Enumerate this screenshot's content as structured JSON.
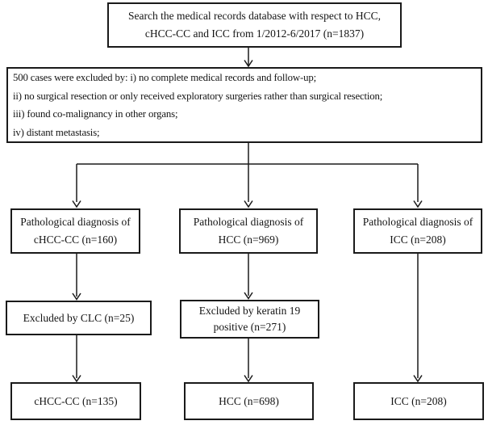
{
  "colors": {
    "ink": "#141414",
    "line": "#1a1a1a",
    "background": "#ffffff"
  },
  "flowchart": {
    "search_box": {
      "line1": "Search the medical records database with respect to HCC,",
      "line2": "cHCC-CC and ICC from 1/2012-6/2017 (n=1837)"
    },
    "exclusion_box": {
      "line1": "500 cases were excluded by: i) no complete medical records and follow-up;",
      "line2": "ii) no surgical resection or only received exploratory surgeries rather than surgical resection;",
      "line3": "iii) found co-malignancy in other organs;",
      "line4": "iv) distant metastasis;"
    },
    "diagnosis_chcc": {
      "line1": "Pathological diagnosis of",
      "line2": "cHCC-CC (n=160)"
    },
    "diagnosis_hcc": {
      "line1": "Pathological diagnosis of",
      "line2": "HCC (n=969)"
    },
    "diagnosis_icc": {
      "line1": "Pathological diagnosis of",
      "line2": "ICC (n=208)"
    },
    "excluded_clc": {
      "line1": "Excluded by CLC (n=25)"
    },
    "excluded_keratin": {
      "line1": "Excluded by keratin 19",
      "line2": "positive (n=271)"
    },
    "final_chcc": {
      "line1": "cHCC-CC (n=135)"
    },
    "final_hcc": {
      "line1": "HCC (n=698)"
    },
    "final_icc": {
      "line1": "ICC (n=208)"
    }
  },
  "edges": [
    {
      "from": "search_box",
      "to": "exclusion_box"
    },
    {
      "from": "exclusion_box",
      "to": "diagnosis_chcc"
    },
    {
      "from": "exclusion_box",
      "to": "diagnosis_hcc"
    },
    {
      "from": "exclusion_box",
      "to": "diagnosis_icc"
    },
    {
      "from": "diagnosis_chcc",
      "to": "excluded_clc"
    },
    {
      "from": "diagnosis_hcc",
      "to": "excluded_keratin"
    },
    {
      "from": "diagnosis_icc",
      "to": "final_icc"
    },
    {
      "from": "excluded_clc",
      "to": "final_chcc"
    },
    {
      "from": "excluded_keratin",
      "to": "final_hcc"
    }
  ]
}
